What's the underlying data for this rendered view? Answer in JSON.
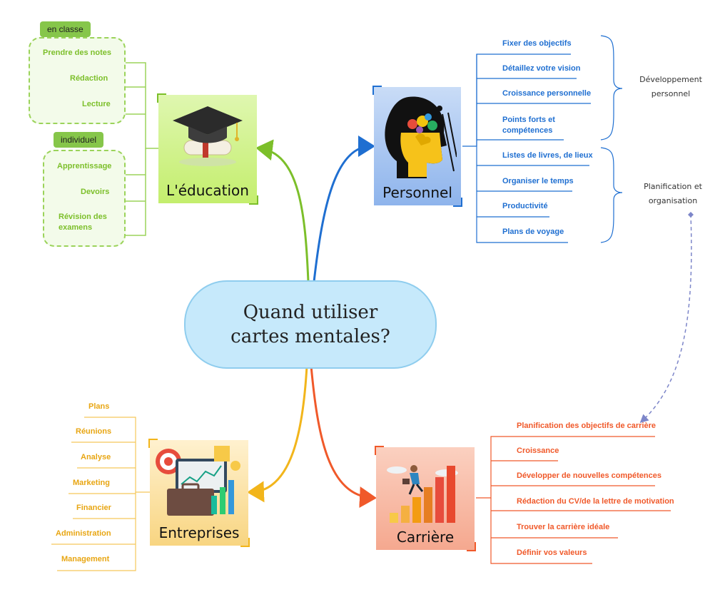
{
  "center": {
    "line1": "Quand utiliser",
    "line2": "cartes mentales?"
  },
  "education": {
    "title": "L'éducation",
    "group_classe": {
      "tag": "en classe",
      "items": [
        "Prendre des notes",
        "Rédaction",
        "Lecture"
      ]
    },
    "group_individuel": {
      "tag": "individuel",
      "items": [
        "Apprentissage",
        "Devoirs",
        "Révision des examens"
      ]
    }
  },
  "personnel": {
    "title": "Personnel",
    "items": [
      "Fixer des objectifs",
      "Détaillez votre vision",
      "Croissance personnelle",
      "Points forts et compétences",
      "Listes de livres, de lieux",
      "Organiser le temps",
      "Productivité",
      "Plans de voyage"
    ],
    "bracket1": "Développement personnel",
    "bracket2": "Planification et organisation"
  },
  "entreprises": {
    "title": "Entreprises",
    "items": [
      "Plans",
      "Réunions",
      "Analyse",
      "Marketing",
      "Financier",
      "Administration",
      "Management"
    ]
  },
  "carriere": {
    "title": "Carrière",
    "items": [
      "Planification des objectifs de carrière",
      "Croissance",
      "Développer de nouvelles compétences",
      "Rédaction du CV/de la lettre de motivation",
      "Trouver la carrière idéale",
      "Définir vos valeurs"
    ]
  },
  "colors": {
    "education": "#7cbf2a",
    "personnel": "#1f6fd1",
    "entreprises": "#f2b51b",
    "carriere": "#f0592a",
    "dashed": "#7d86c9"
  }
}
